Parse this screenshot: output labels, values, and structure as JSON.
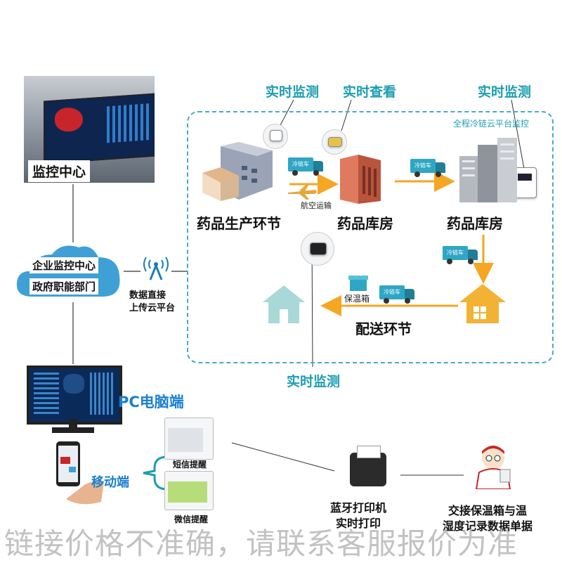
{
  "monitoring_center": {
    "label": "监控中心"
  },
  "cloud": {
    "line1": "企业监控中心",
    "line2": "政府职能部门"
  },
  "upload": {
    "line1": "数据直接",
    "line2": "上传云平台"
  },
  "platform": {
    "label": "全程冷链云平台监控"
  },
  "callouts": {
    "realtime_monitor_1": "实时监测",
    "realtime_view": "实时查看",
    "realtime_monitor_2": "实时监测",
    "realtime_monitor_3": "实时监测"
  },
  "stages": {
    "production": "药品生产环节",
    "warehouse_1": "药品库房",
    "warehouse_2": "药品库房",
    "delivery": "配送环节"
  },
  "transport": {
    "truck_label": "冷链车",
    "air": "航空运输",
    "box": "保温箱"
  },
  "terminals": {
    "pc": "PC电脑端",
    "mobile": "移动端",
    "sms": "短信提醒",
    "wechat": "微信提醒"
  },
  "printer": {
    "line1": "蓝牙打印机",
    "line2": "实时打印"
  },
  "handover": {
    "line1": "交接保温箱与温",
    "line2": "湿度记录数据单据"
  },
  "watermark": "链接价格不准确，请联系客服报价为准",
  "colors": {
    "accent_teal": "#1d9db0",
    "arrow_orange": "#f5a623",
    "dash_blue": "#4aa8c9",
    "truck_blue": "#2fa7c4"
  }
}
